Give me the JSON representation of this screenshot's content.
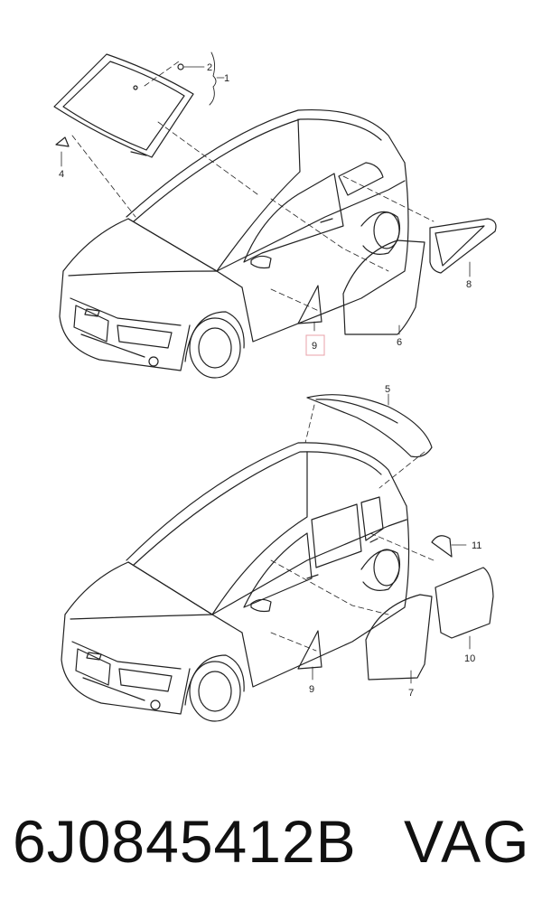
{
  "diagram": {
    "callouts": {
      "c1": "1",
      "c2": "2",
      "c4": "4",
      "c5": "5",
      "c6": "6",
      "c7": "7",
      "c8": "8",
      "c9_top": "9",
      "c9_bottom": "9",
      "c10": "10",
      "c11": "11"
    },
    "highlight_color": "#e8a0a8"
  },
  "footer": {
    "part_number": "6J0845412B",
    "brand": "VAG"
  }
}
